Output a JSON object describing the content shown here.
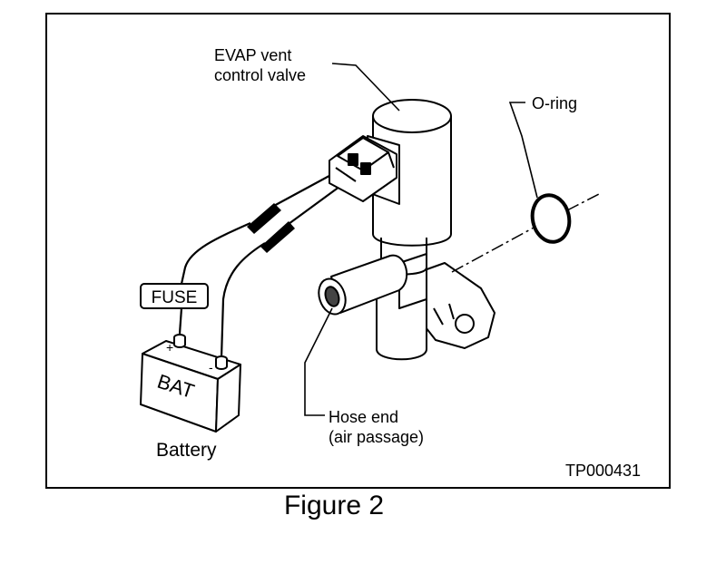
{
  "labels": {
    "valve_line1": "EVAP vent",
    "valve_line2": "control valve",
    "oring": "O-ring",
    "fuse": "FUSE",
    "battery_plus": "+",
    "battery_minus": "-",
    "battery_tag": "BAT",
    "battery": "Battery",
    "hose_line1": "Hose end",
    "hose_line2": "(air passage)",
    "code": "TP000431"
  },
  "caption": "Figure 2"
}
